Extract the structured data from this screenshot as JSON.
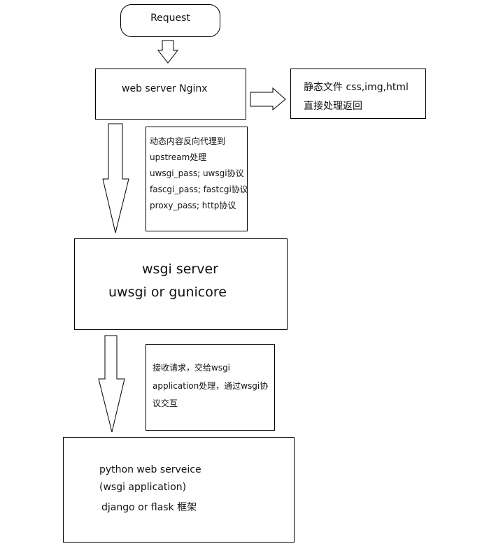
{
  "nodes": {
    "request": {
      "label": "Request"
    },
    "nginx": {
      "label": "web server Nginx"
    },
    "static": {
      "line1": "静态文件  css,img,html",
      "line2": "直接处理返回"
    },
    "proxy_note": {
      "lines": [
        "动态内容反向代理到",
        "upstream处理",
        "uwsgi_pass; uwsgi协议",
        "fascgi_pass; fastcgi协议",
        "proxy_pass; http协议"
      ]
    },
    "wsgi_server": {
      "line1": "wsgi server",
      "line2": "uwsgi   or gunicore"
    },
    "wsgi_note": {
      "lines": [
        "接收请求，交给wsgi",
        "application处理，通过wsgi协",
        "议交互"
      ]
    },
    "python_app": {
      "line1": "python web serveice",
      "line2": "(wsgi application)",
      "line3": " django or flask 框架"
    }
  },
  "style": {
    "stroke": "#000000",
    "fill": "#ffffff"
  }
}
